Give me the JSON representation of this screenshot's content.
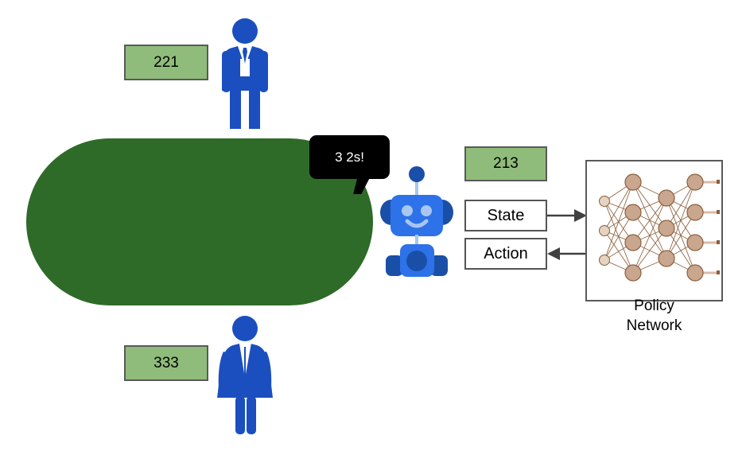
{
  "diagram": {
    "title": "Reinforcement learning robot soccer coaching diagram",
    "background_color": "#ffffff"
  },
  "field": {
    "name": "green-field",
    "color": "#2E6B28",
    "shape": "stadium"
  },
  "value_boxes": [
    {
      "id": "221",
      "label": "221",
      "fill": "#8FBC7A",
      "border": "#595959"
    },
    {
      "id": "333",
      "label": "333",
      "fill": "#8FBC7A",
      "border": "#595959"
    },
    {
      "id": "213",
      "label": "213",
      "fill": "#8FBC7A",
      "border": "#595959"
    }
  ],
  "people": [
    {
      "id": "man",
      "type": "businessman",
      "color": "#1B4FBF"
    },
    {
      "id": "woman",
      "type": "businesswoman",
      "color": "#1B4FBF"
    }
  ],
  "robot": {
    "name": "robot",
    "body_color": "#2D72E8",
    "dark_color": "#1A4FA8",
    "eye_color": "#A8C6F0",
    "speech": {
      "text": "3 2s!",
      "bubble_color": "#000000",
      "text_color": "#ffffff"
    }
  },
  "io_boxes": [
    {
      "id": "state",
      "label": "State",
      "direction": "to-network"
    },
    {
      "id": "action",
      "label": "Action",
      "direction": "from-network"
    }
  ],
  "arrows": {
    "color": "#404040",
    "state_arrow": "right",
    "action_arrow": "left"
  },
  "policy_network": {
    "caption_line1": "Policy",
    "caption_line2": "Network",
    "node_color": "#C9A68E",
    "node_light_color": "#E5D3C2",
    "edge_color": "#8B5E3C",
    "border_color": "#595959",
    "layers": [
      3,
      4,
      3,
      4
    ]
  }
}
